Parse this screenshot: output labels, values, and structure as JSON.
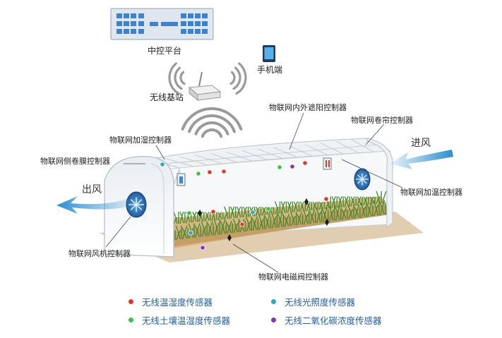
{
  "labels": {
    "central_platform": "中控平台",
    "mobile": "手机端",
    "wireless_base": "无线基站",
    "shade_controller": "物联网内外遮阳控制器",
    "curtain_controller": "物联网卷帘控制器",
    "humidify_controller": "物联网加湿控制器",
    "side_film_controller": "物联网侧卷膜控制器",
    "heating_controller": "物联网加温控制器",
    "fan_controller": "物联网风机控制器",
    "valve_controller": "物联网电磁阀控制器",
    "air_in": "进风",
    "air_out": "出风"
  },
  "legend": [
    {
      "label": "无线温湿度传感器",
      "color": "#e0392b"
    },
    {
      "label": "无线光照度传感器",
      "color": "#2aa7c9"
    },
    {
      "label": "无线土壤温湿度传感器",
      "color": "#3cc04a"
    },
    {
      "label": "无线二氧化碳浓度传感器",
      "color": "#8b2fb8"
    }
  ],
  "colors": {
    "legend_text": "#1f5fa8",
    "wifi_wave": "#9a9a9a",
    "airflow": "#2c8fd0",
    "soil": "#d8b683",
    "crop": "#3d8a2b"
  },
  "icons": [
    "server-rack-icon",
    "tablet-icon",
    "router-icon",
    "wifi-wave-icon",
    "fan-icon",
    "airflow-arrow-icon"
  ]
}
